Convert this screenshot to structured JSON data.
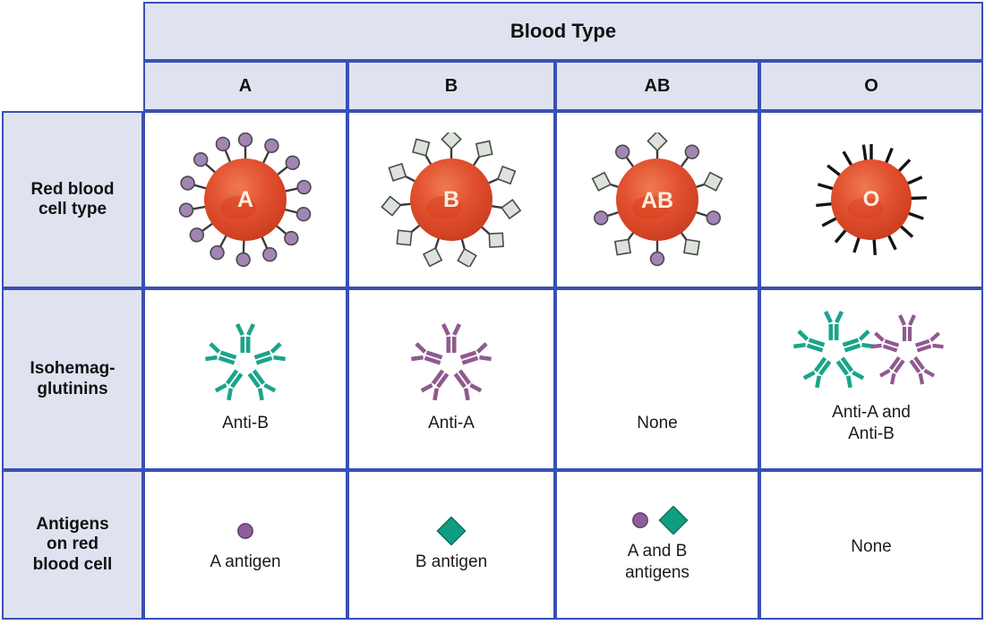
{
  "table": {
    "corner": "",
    "column_group_header": "Blood Type",
    "columns": [
      {
        "label": "A"
      },
      {
        "label": "B"
      },
      {
        "label": "AB"
      },
      {
        "label": "O"
      }
    ],
    "rows": [
      {
        "header": "Red blood\ncell type",
        "header_line1": "Red blood",
        "header_line2": "cell type",
        "cells": [
          {
            "figure": "red-blood-cell-type-a",
            "cell_label": "A",
            "antigen_shape": "circle",
            "antigen_color": "#9b6ba8",
            "caption": ""
          },
          {
            "figure": "red-blood-cell-type-b",
            "cell_label": "B",
            "antigen_shape": "diamond",
            "antigen_color": "#d7dfd8",
            "caption": ""
          },
          {
            "figure": "red-blood-cell-type-ab",
            "cell_label": "AB",
            "antigen_shape": "circle-and-diamond",
            "antigen_color": "#9b6ba8",
            "antigen_color_2": "#d7dfd8",
            "caption": ""
          },
          {
            "figure": "red-blood-cell-type-o",
            "cell_label": "O",
            "antigen_shape": "none",
            "antigen_color": "#111111",
            "caption": ""
          }
        ]
      },
      {
        "header": "Isohemag-\nglutinins",
        "header_line1": "Isohemag-",
        "header_line2": "glutinins",
        "cells": [
          {
            "figure": "igm-pentamer-teal",
            "antibodies": [
              "teal"
            ],
            "caption": "Anti-B",
            "caption_line1": "Anti-B",
            "caption_line2": ""
          },
          {
            "figure": "igm-pentamer-purple",
            "antibodies": [
              "purple"
            ],
            "caption": "Anti-A",
            "caption_line1": "Anti-A",
            "caption_line2": ""
          },
          {
            "figure": "none",
            "antibodies": [],
            "caption": "None",
            "caption_line1": "None",
            "caption_line2": ""
          },
          {
            "figure": "igm-pentamer-teal-and-purple",
            "antibodies": [
              "teal",
              "purple"
            ],
            "caption": "Anti-A and Anti-B",
            "caption_line1": "Anti-A and",
            "caption_line2": "Anti-B"
          }
        ]
      },
      {
        "header": "Antigens\non red\nblood cell",
        "header_line1": "Antigens",
        "header_line2": "on red",
        "header_line3": "blood cell",
        "cells": [
          {
            "figure": "antigen-circle",
            "shapes": [
              "circle"
            ],
            "caption": "A antigen",
            "caption_line1": "A antigen",
            "caption_line2": ""
          },
          {
            "figure": "antigen-diamond",
            "shapes": [
              "diamond"
            ],
            "caption": "B antigen",
            "caption_line1": "B antigen",
            "caption_line2": ""
          },
          {
            "figure": "antigen-circle-and-diamond",
            "shapes": [
              "circle",
              "diamond"
            ],
            "caption": "A and B antigens",
            "caption_line1": "A and B",
            "caption_line2": "antigens"
          },
          {
            "figure": "none",
            "shapes": [],
            "caption": "None",
            "caption_line1": "None",
            "caption_line2": ""
          }
        ]
      }
    ]
  },
  "colors": {
    "grid_line": "#3a4fb5",
    "header_fill": "#dfe3f0",
    "body_fill": "#ffffff",
    "rbc_red": "#e04a2f",
    "rbc_red_dark": "#c3361f",
    "antigen_purple": "#8e5d9b",
    "antigen_teal": "#0e9e82",
    "antibody_teal": "#19a58a",
    "antibody_purple": "#8f5a8f",
    "membrane_gray": "#d9e0d9",
    "spike_black": "#111111",
    "text": "#1a1a1a"
  }
}
